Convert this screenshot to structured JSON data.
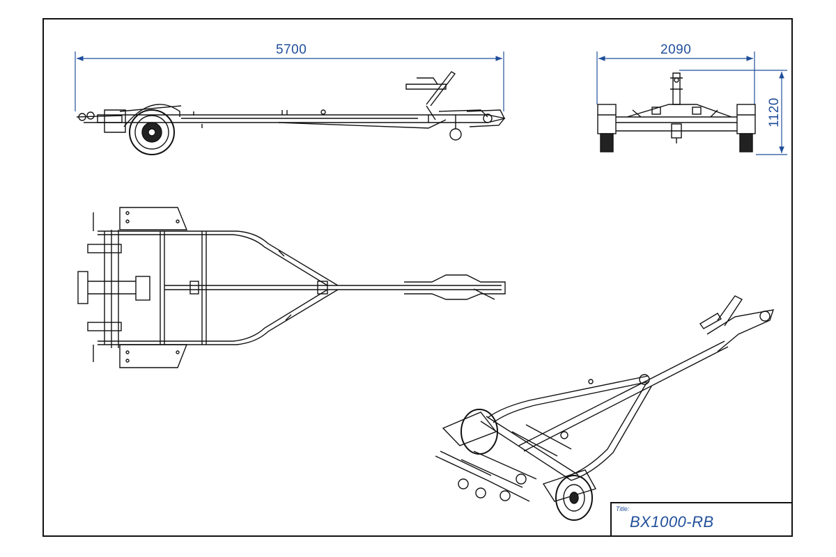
{
  "dimensions": {
    "length": "5700",
    "width": "2090",
    "height": "1120"
  },
  "title_block": {
    "label": "Title:",
    "value": "BX1000-RB"
  },
  "colors": {
    "line": "#111111",
    "dimension": "#1f4e9a"
  },
  "views": [
    "side-view",
    "front-view",
    "top-view",
    "isometric-view"
  ]
}
